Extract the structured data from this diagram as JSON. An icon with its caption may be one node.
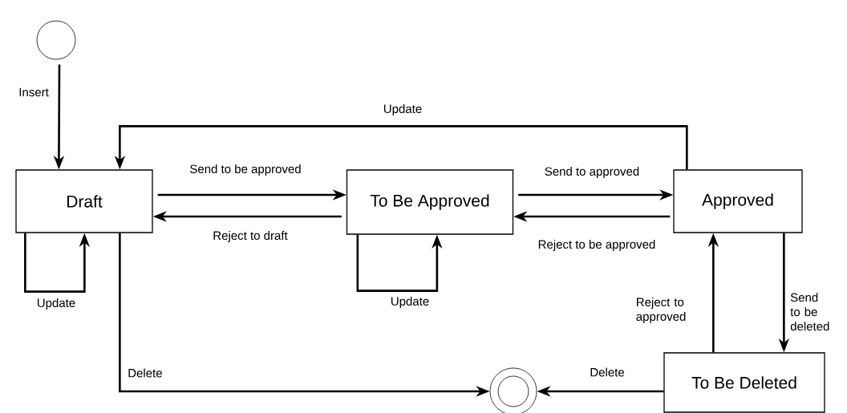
{
  "diagram": {
    "nodes": [
      {
        "text": [],
        "shape": "circle"
      },
      {
        "text": [
          "Draft"
        ]
      },
      {
        "text": [
          "To Be Approved"
        ]
      },
      {
        "text": [
          "Approved"
        ]
      },
      {
        "text": [
          "To Be Deleted"
        ]
      },
      {
        "text": [],
        "shape": "circle"
      }
    ],
    "edges": [
      {
        "from": 0,
        "to": 1,
        "arrow": "to",
        "label": "Insert"
      },
      {
        "from": 3,
        "to": 1,
        "arrow": "to",
        "label": "Update"
      },
      {
        "from": 1,
        "to": 2,
        "arrow": "to",
        "label": "Send to be approved"
      },
      {
        "from": 2,
        "to": 1,
        "arrow": "to",
        "label": "Reject to draft"
      },
      {
        "from": 1,
        "to": 1,
        "arrow": "to",
        "label": "Update"
      },
      {
        "from": 2,
        "to": 3,
        "arrow": "to",
        "label": "Send to approved"
      },
      {
        "from": 3,
        "to": 2,
        "arrow": "to",
        "label": "Reject to be approved"
      },
      {
        "from": 2,
        "to": 2,
        "arrow": "to",
        "label": "Update"
      },
      {
        "from": 3,
        "to": 4,
        "arrow": "to",
        "label": "Send to be deleted"
      },
      {
        "from": 4,
        "to": 3,
        "arrow": "to",
        "label": "Reject to approved"
      },
      {
        "from": 1,
        "to": 5,
        "arrow": "to",
        "label": "Delete"
      },
      {
        "from": 4,
        "to": 5,
        "arrow": "to",
        "label": "Delete"
      }
    ]
  }
}
